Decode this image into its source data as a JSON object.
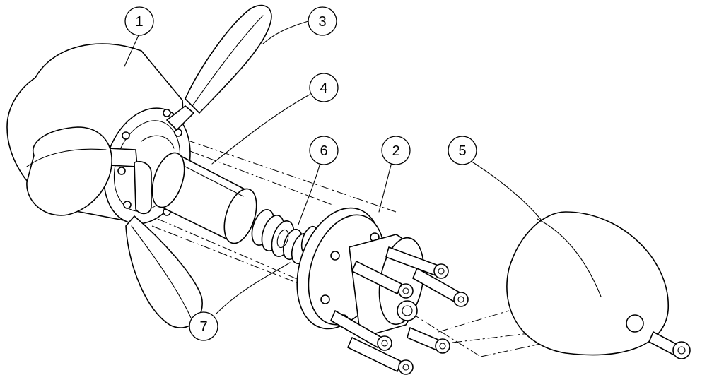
{
  "callouts": [
    {
      "id": "hub-callout",
      "label": "1"
    },
    {
      "id": "retainer-plate-callout",
      "label": "2"
    },
    {
      "id": "blade-callout",
      "label": "3"
    },
    {
      "id": "shaft-sleeve-callout",
      "label": "4"
    },
    {
      "id": "spinner-cone-callout",
      "label": "5"
    },
    {
      "id": "spring-callout",
      "label": "6"
    },
    {
      "id": "washer-spring-callout",
      "label": "7"
    }
  ]
}
